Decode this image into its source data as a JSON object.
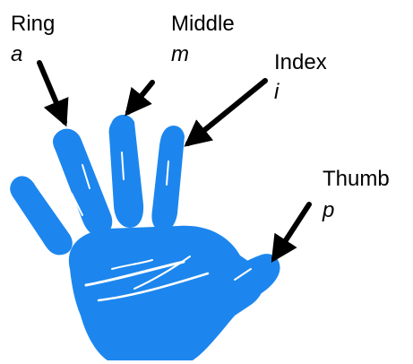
{
  "colors": {
    "hand": "#1c86ee",
    "arrow": "#000000",
    "text": "#000000",
    "background": "#ffffff"
  },
  "labels": {
    "ring": {
      "name": "Ring",
      "symbol": "a"
    },
    "middle": {
      "name": "Middle",
      "symbol": "m"
    },
    "index": {
      "name": "Index",
      "symbol": "i"
    },
    "thumb": {
      "name": "Thumb",
      "symbol": "p"
    }
  },
  "icons": {
    "hand": "hand-print-icon",
    "arrow": "arrow-icon"
  }
}
